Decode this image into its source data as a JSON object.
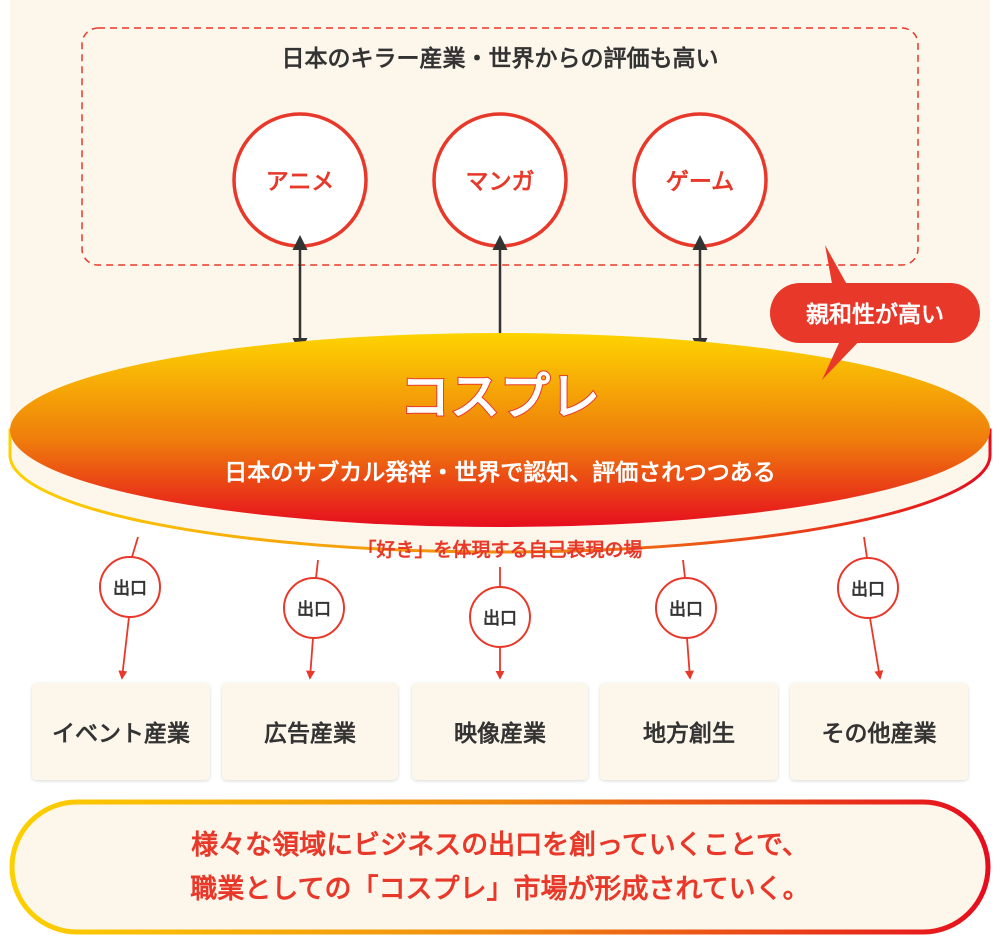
{
  "top_group": {
    "title": "日本のキラー産業・世界からの評価も高い",
    "items": [
      "アニメ",
      "マンガ",
      "ゲーム"
    ]
  },
  "bubble": "親和性が高い",
  "core": {
    "title": "コスプレ",
    "subtitle": "日本のサブカル発祥・世界で認知、評価されつつある",
    "rim_text": "「好き」を体現する自己表現の場"
  },
  "exit_label": "出口",
  "industries": [
    "イベント産業",
    "広告産業",
    "映像産業",
    "地方創生",
    "その他産業"
  ],
  "conclusion": {
    "line1": "様々な領域にビジネスの出口を創っていくことで、",
    "line2": "職業としての「コスプレ」市場が形成されていく。"
  },
  "colors": {
    "red": "#e8382a",
    "yellow": "#fdd000",
    "cream": "#fdf6ea",
    "dark": "#333333"
  }
}
